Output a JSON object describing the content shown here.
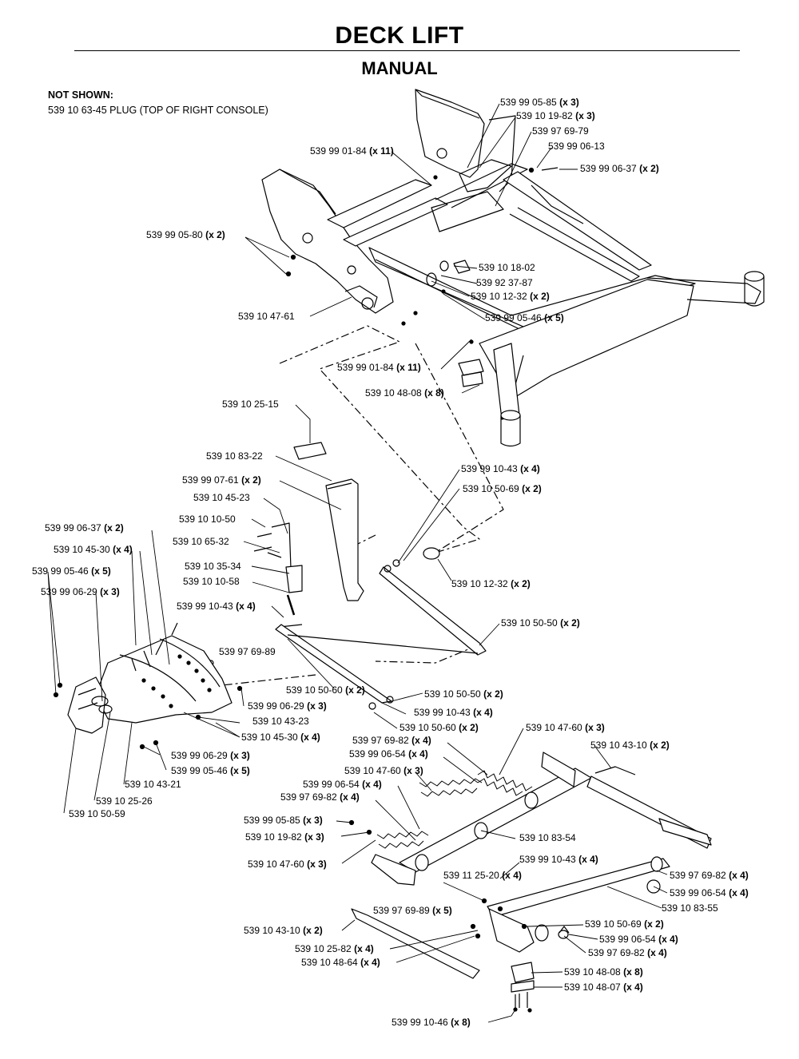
{
  "title": "DECK LIFT",
  "subtitle": "MANUAL",
  "not_shown": {
    "heading": "NOT SHOWN:",
    "items": [
      "539 10 63-45  PLUG (TOP OF RIGHT CONSOLE)"
    ]
  },
  "callouts": [
    {
      "part": "539 99 05-85",
      "qty": "(x 3)"
    },
    {
      "part": "539 10 19-82",
      "qty": "(x 3)"
    },
    {
      "part": "539 97 69-79",
      "qty": ""
    },
    {
      "part": "539 99 01-84",
      "qty": "(x 11)"
    },
    {
      "part": "539 99 06-13",
      "qty": ""
    },
    {
      "part": "539 99 06-37",
      "qty": "(x 2)"
    },
    {
      "part": "539 99 05-80",
      "qty": "(x 2)"
    },
    {
      "part": "539 10 18-02",
      "qty": ""
    },
    {
      "part": "539 92 37-87",
      "qty": ""
    },
    {
      "part": "539 10 12-32",
      "qty": "(x 2)"
    },
    {
      "part": "539 10 47-61",
      "qty": ""
    },
    {
      "part": "539 99 05-46",
      "qty": "(x 5)"
    },
    {
      "part": "539 99 01-84",
      "qty": "(x 11)"
    },
    {
      "part": "539 10 48-08",
      "qty": "(x 8)"
    },
    {
      "part": "539 10 25-15",
      "qty": ""
    },
    {
      "part": "539 10 83-22",
      "qty": ""
    },
    {
      "part": "539 99 10-43",
      "qty": "(x 4)"
    },
    {
      "part": "539 99 07-61",
      "qty": "(x 2)"
    },
    {
      "part": "539 10 50-69",
      "qty": "(x 2)"
    },
    {
      "part": "539 10 45-23",
      "qty": ""
    },
    {
      "part": "539 10 10-50",
      "qty": ""
    },
    {
      "part": "539 99 06-37",
      "qty": "(x 2)"
    },
    {
      "part": "539 10 65-32",
      "qty": ""
    },
    {
      "part": "539 10 45-30",
      "qty": "(x 4)"
    },
    {
      "part": "539 10 35-34",
      "qty": ""
    },
    {
      "part": "539 99 05-46",
      "qty": "(x 5)"
    },
    {
      "part": "539 10 12-32",
      "qty": "(x 2)"
    },
    {
      "part": "539 10 10-58",
      "qty": ""
    },
    {
      "part": "539 99 06-29",
      "qty": "(x 3)"
    },
    {
      "part": "539 99 10-43",
      "qty": "(x 4)"
    },
    {
      "part": "539 10 50-50",
      "qty": "(x 2)"
    },
    {
      "part": "539 97 69-89",
      "qty": ""
    },
    {
      "part": "539 10 50-60",
      "qty": "(x 2)"
    },
    {
      "part": "539 10 50-50",
      "qty": "(x 2)"
    },
    {
      "part": "539 99 06-29",
      "qty": "(x 3)"
    },
    {
      "part": "539 99 10-43",
      "qty": "(x 4)"
    },
    {
      "part": "539 10 43-23",
      "qty": ""
    },
    {
      "part": "539 10 50-60",
      "qty": "(x 2)"
    },
    {
      "part": "539 10 47-60",
      "qty": "(x 3)"
    },
    {
      "part": "539 10 45-30",
      "qty": "(x 4)"
    },
    {
      "part": "539 97 69-82",
      "qty": "(x 4)"
    },
    {
      "part": "539 10 43-10",
      "qty": "(x 2)"
    },
    {
      "part": "539 99 06-29",
      "qty": "(x 3)"
    },
    {
      "part": "539 99 06-54",
      "qty": "(x 4)"
    },
    {
      "part": "539 99 05-46",
      "qty": "(x 5)"
    },
    {
      "part": "539 10 47-60",
      "qty": "(x 3)"
    },
    {
      "part": "539 10 43-21",
      "qty": ""
    },
    {
      "part": "539 99 06-54",
      "qty": "(x 4)"
    },
    {
      "part": "539 10 25-26",
      "qty": ""
    },
    {
      "part": "539 97 69-82",
      "qty": "(x 4)"
    },
    {
      "part": "539 10 50-59",
      "qty": ""
    },
    {
      "part": "539 99 05-85",
      "qty": "(x 3)"
    },
    {
      "part": "539 10 19-82",
      "qty": "(x 3)"
    },
    {
      "part": "539 10 83-54",
      "qty": ""
    },
    {
      "part": "539 10 47-60",
      "qty": "(x 3)"
    },
    {
      "part": "539 99 10-43",
      "qty": "(x 4)"
    },
    {
      "part": "539 11 25-20",
      "qty": "(x 4)"
    },
    {
      "part": "539 97 69-82",
      "qty": "(x 4)"
    },
    {
      "part": "539 99 06-54",
      "qty": "(x 4)"
    },
    {
      "part": "539 97 69-89",
      "qty": "(x 5)"
    },
    {
      "part": "539 10 83-55",
      "qty": ""
    },
    {
      "part": "539 10 43-10",
      "qty": "(x 2)"
    },
    {
      "part": "539 10 50-69",
      "qty": "(x 2)"
    },
    {
      "part": "539 99 06-54",
      "qty": "(x 4)"
    },
    {
      "part": "539 10 25-82",
      "qty": "(x 4)"
    },
    {
      "part": "539 97 69-82",
      "qty": "(x 4)"
    },
    {
      "part": "539 10 48-64",
      "qty": "(x 4)"
    },
    {
      "part": "539 10 48-08",
      "qty": "(x 8)"
    },
    {
      "part": "539 10 48-07",
      "qty": "(x 4)"
    },
    {
      "part": "539 99 10-46",
      "qty": "(x 8)"
    }
  ]
}
